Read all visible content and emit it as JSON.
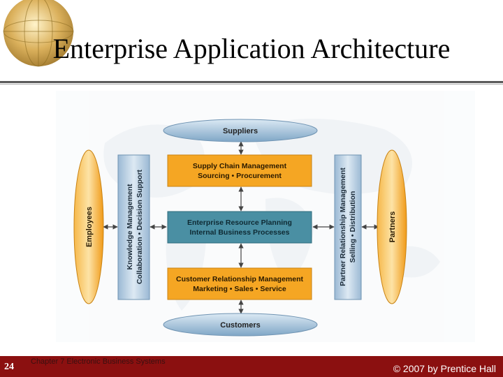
{
  "slide": {
    "title": "Enterprise Application Architecture",
    "page_number": "24",
    "chapter": "Chapter 7 Electronic Business Systems",
    "copyright": "© 2007 by Prentice Hall"
  },
  "diagram": {
    "top_node": "Suppliers",
    "bottom_node": "Customers",
    "left_node": "Employees",
    "right_node": "Partners",
    "scm": {
      "line1": "Supply Chain Management",
      "line2": "Sourcing • Procurement"
    },
    "erp": {
      "line1": "Enterprise Resource Planning",
      "line2": "Internal Business Processes"
    },
    "crm": {
      "line1": "Customer Relationship Management",
      "line2": "Marketing • Sales • Service"
    },
    "km": {
      "line1": "Knowledge Management",
      "line2": "Collaboration • Decision Support"
    },
    "prm": {
      "line1": "Partner Relationship Management",
      "line2": "Selling • Distribution"
    }
  },
  "colors": {
    "orange": "#f5a623",
    "blue_oval": "#a9c7e0",
    "erp_teal": "#4a8fa3",
    "footer": "#8b1010"
  }
}
